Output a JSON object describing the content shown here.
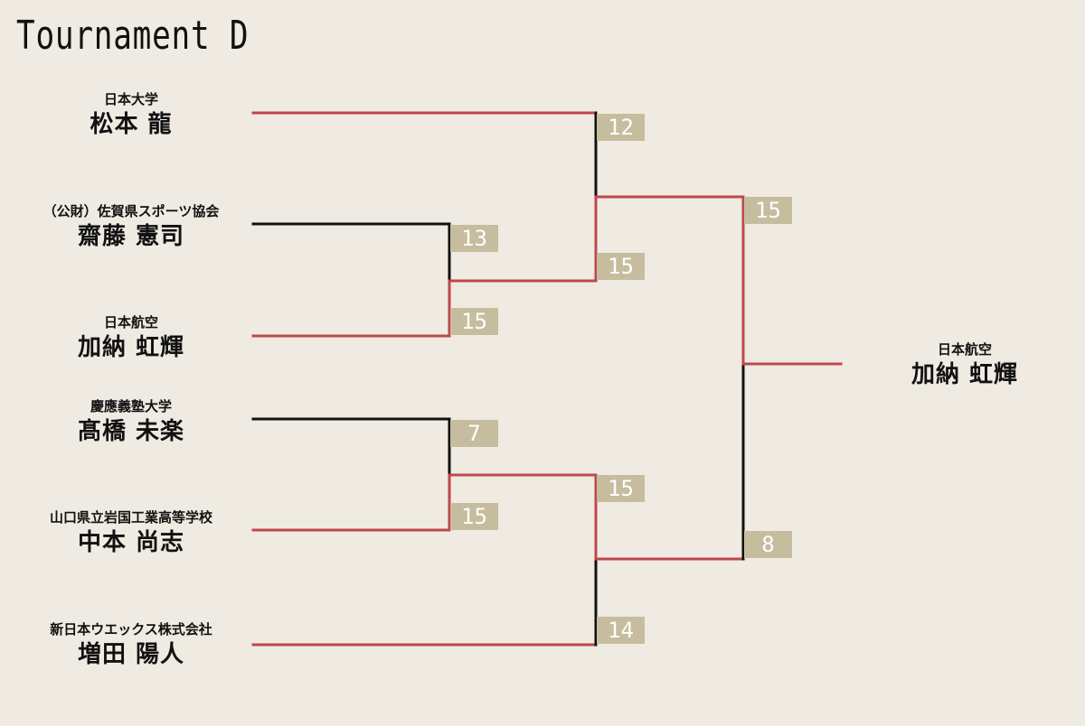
{
  "title": "Tournament D",
  "colors": {
    "background": "#efebe2",
    "winner_line": "#c0474d",
    "loser_line": "#111111",
    "score_box": "#c5bd9e"
  },
  "players": [
    {
      "org": "日本大学",
      "name": "松本 龍"
    },
    {
      "org": "（公財）佐賀県スポーツ協会",
      "name": "齋藤 憲司"
    },
    {
      "org": "日本航空",
      "name": "加納 虹輝"
    },
    {
      "org": "慶應義塾大学",
      "name": "髙橋 未楽"
    },
    {
      "org": "山口県立岩国工業高等学校",
      "name": "中本 尚志"
    },
    {
      "org": "新日本ウエックス株式会社",
      "name": "増田 陽人"
    }
  ],
  "winner": {
    "org": "日本航空",
    "name": "加納 虹輝"
  },
  "scores": {
    "r1_match1_top": "13",
    "r1_match1_bottom": "15",
    "r1_match2_top": "7",
    "r1_match2_bottom": "15",
    "r2_match1_top": "12",
    "r2_match1_bottom": "15",
    "r2_match2_top": "15",
    "r2_match2_bottom": "14",
    "final_top": "15",
    "final_bottom": "8"
  }
}
